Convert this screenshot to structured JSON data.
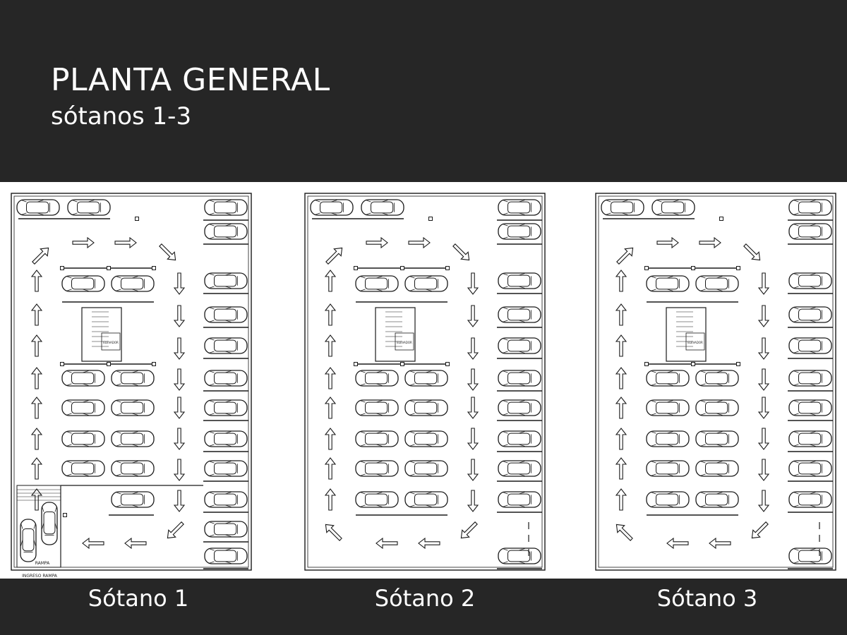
{
  "header": {
    "title": "PLANTA GENERAL",
    "subtitle": "sótanos 1-3"
  },
  "plans": [
    {
      "caption": "Sótano 1",
      "ramp": true,
      "ramp_label": "RAMPA",
      "entry_label": "INGRESO  RAMPA",
      "elevator_label": "ELEVADOR"
    },
    {
      "caption": "Sótano 2",
      "ramp": false,
      "elevator_label": "ELEVADOR"
    },
    {
      "caption": "Sótano 3",
      "ramp": false,
      "elevator_label": "ELEVADOR"
    }
  ],
  "colors": {
    "background": "#262626",
    "sheet": "#ffffff",
    "linework": "#1a1a1a",
    "text": "#ffffff"
  },
  "icons": [
    "car-icon",
    "arrow-icon",
    "stair-icon",
    "column-icon"
  ]
}
